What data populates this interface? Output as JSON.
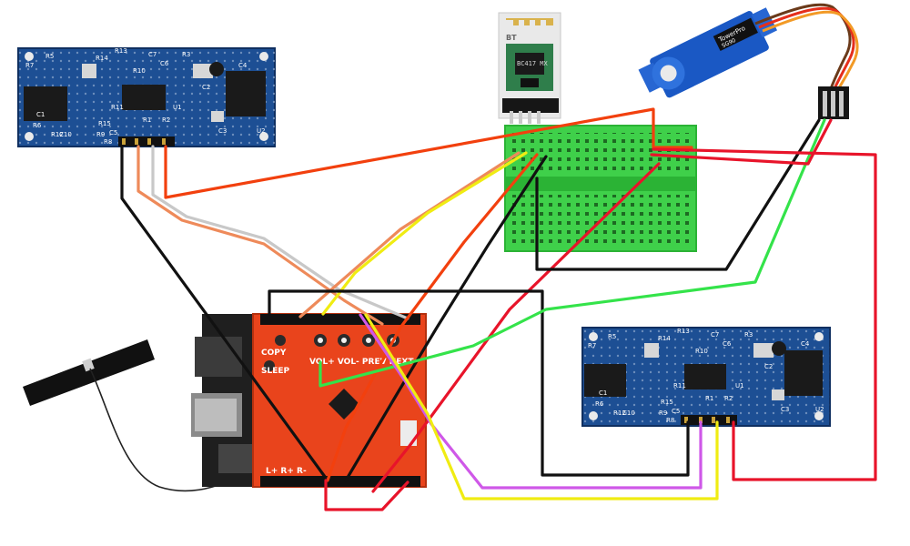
{
  "sensor_left": {
    "labels": [
      "R7",
      "R5",
      "R10",
      "R3",
      "C7",
      "R14",
      "C6",
      "R13",
      "R12",
      "R11",
      "R15",
      "R6",
      "C4",
      "U1",
      "C2",
      "C3",
      "R9",
      "R8",
      "C1",
      "C5",
      "R1",
      "R2",
      "C10",
      "U2"
    ]
  },
  "sensor_right": {
    "labels": [
      "R7",
      "R5",
      "R10",
      "R3",
      "C7",
      "R14",
      "C6",
      "R13",
      "R12",
      "R11",
      "R15",
      "R6",
      "C4",
      "U1",
      "C2",
      "C3",
      "R9",
      "R8",
      "C1",
      "C5",
      "R1",
      "R2",
      "C10",
      "U2"
    ]
  },
  "bluetooth": {
    "chip_text": "BC417 MX",
    "antenna": "BT"
  },
  "servo": {
    "label": "TowerPro",
    "model": "SG90"
  },
  "arduino": {
    "labels": {
      "copy": "COPY",
      "sleep": "SLEEP",
      "buttons": "VOL+ VOL- PREV NEXT",
      "leds": "L+ R+ R-"
    }
  },
  "colors": {
    "black": "#111111",
    "red": "#e8142a",
    "orange_red": "#f2400e",
    "salmon": "#ee8a5a",
    "gray": "#c8c8c8",
    "yellow": "#f0ec12",
    "green": "#34e34a",
    "magenta": "#cf58e8",
    "pcb_blue": "#1d4f94",
    "breadboard": "#3fd04a",
    "arduino_red": "#e9441c"
  }
}
